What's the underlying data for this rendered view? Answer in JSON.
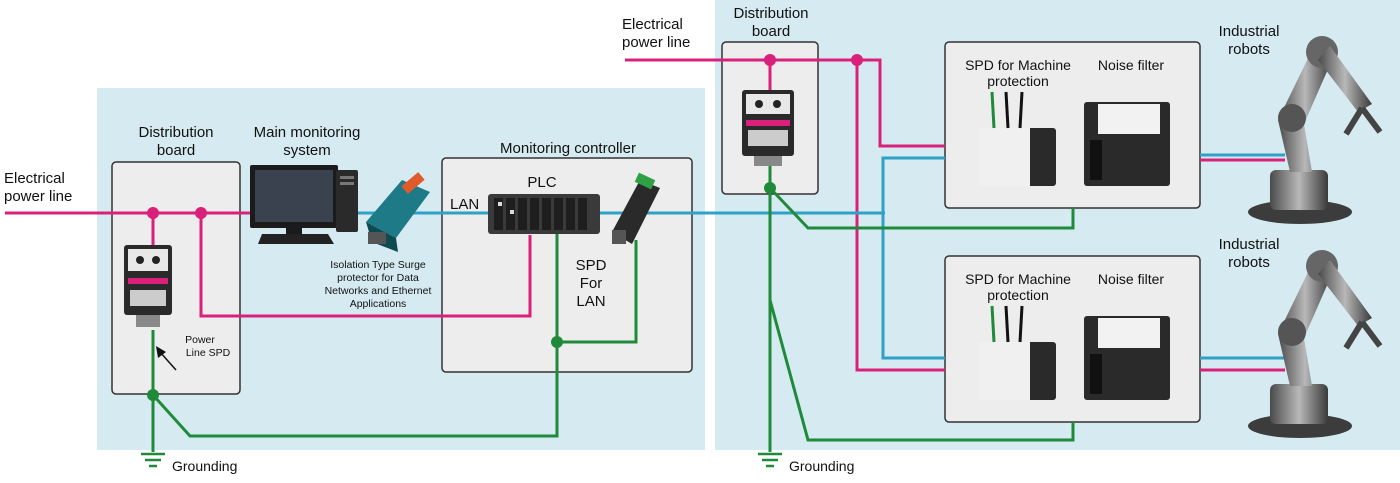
{
  "colors": {
    "power_line": "#d9207a",
    "lan_line": "#2fa0c6",
    "ground_line": "#1f8a3a",
    "zone_fill": "#d6ebf1",
    "box_fill": "#ededed"
  },
  "left_zone": {
    "power_line_label": [
      "Electrical",
      "power line"
    ],
    "distribution_board_label": [
      "Distribution",
      "board"
    ],
    "main_monitoring_label": [
      "Main monitoring",
      "system"
    ],
    "monitoring_controller_label": "Monitoring controller",
    "plc_label": "PLC",
    "lan_label": "LAN",
    "spd_lan_label": [
      "SPD",
      "For",
      "LAN"
    ],
    "isolation_label": [
      "Isolation Type Surge",
      "protector for Data",
      "Networks and Ethernet",
      "Applications"
    ],
    "power_line_spd_label": [
      "Power",
      "Line SPD"
    ],
    "grounding_label": "Grounding"
  },
  "right_zone": {
    "power_line_label": [
      "Electrical",
      "power line"
    ],
    "distribution_board_label": [
      "Distribution",
      "board"
    ],
    "machine_units": [
      {
        "spd_label": [
          "SPD for Machine",
          "protection"
        ],
        "filter_label": "Noise filter",
        "robot_label": [
          "Industrial",
          "robots"
        ]
      },
      {
        "spd_label": [
          "SPD for Machine",
          "protection"
        ],
        "filter_label": "Noise filter",
        "robot_label": [
          "Industrial",
          "robots"
        ]
      }
    ],
    "grounding_label": "Grounding"
  },
  "icons": [
    "monitor-icon",
    "computer-tower-icon",
    "keyboard-icon",
    "surge-protector-icon",
    "plc-icon",
    "lan-spd-icon",
    "power-spd-icon",
    "machine-spd-icon",
    "noise-filter-icon",
    "industrial-robot-icon",
    "ground-symbol-icon"
  ]
}
